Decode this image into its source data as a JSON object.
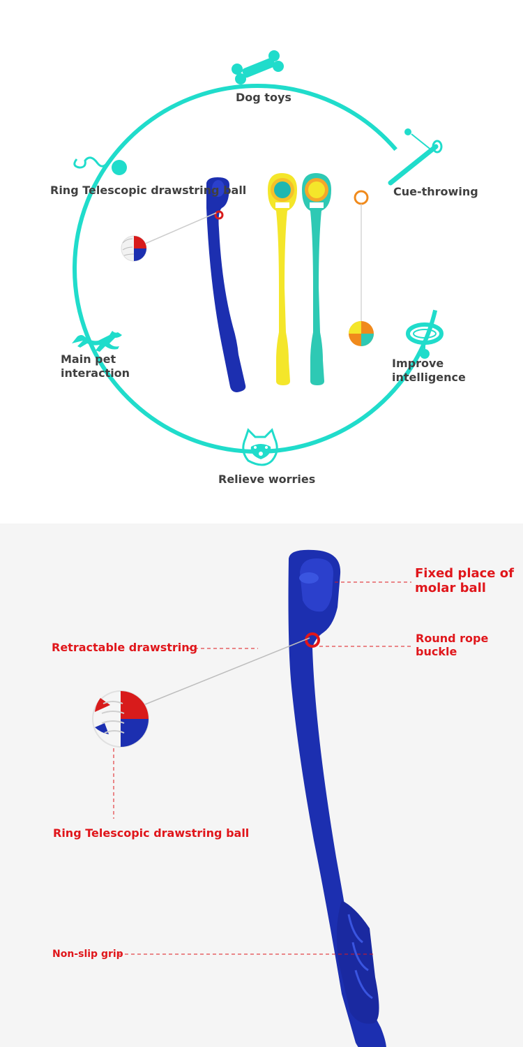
{
  "colors": {
    "ring": "#20dccb",
    "label": "#404040",
    "annotation": "#e0161b",
    "launcher_blue": "#1c2fb0",
    "launcher_yellow": "#f4e62a",
    "launcher_teal": "#2ec9b4",
    "bottom_bg": "#f5f5f5"
  },
  "features": {
    "dog_toys": {
      "label": "Dog toys",
      "icon": "bone-icon"
    },
    "ring_ball": {
      "label": "Ring Telescopic drawstring ball",
      "icon": "string-ball-icon"
    },
    "cue_throwing": {
      "label": "Cue-throwing",
      "icon": "throwing-stick-icon"
    },
    "main_pet": {
      "label": "Main pet\ninteraction",
      "icon": "running-dog-icon"
    },
    "intelligence": {
      "label": "Improve\nintelligence",
      "icon": "dog-collar-icon"
    },
    "relieve": {
      "label": "Relieve worries",
      "icon": "shiba-face-icon"
    }
  },
  "annotations": {
    "fixed_place": "Fixed place of\nmolar ball",
    "rope_buckle": "Round rope\nbuckle",
    "drawstring": "Retractable drawstring",
    "ball": "Ring Telescopic drawstring ball",
    "grip": "Non-slip grip"
  }
}
